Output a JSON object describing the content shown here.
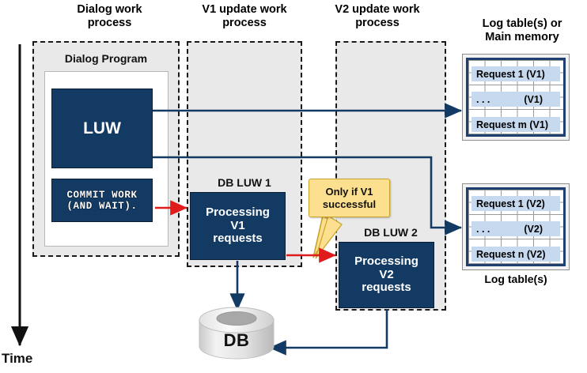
{
  "headers": [
    {
      "id": "dialog",
      "line1": "Dialog work",
      "line2": "process"
    },
    {
      "id": "v1",
      "line1": "V1 update work",
      "line2": "process"
    },
    {
      "id": "v2",
      "line1": "V2 update work",
      "line2": "process"
    },
    {
      "id": "log",
      "line1": "Log table(s) or",
      "line2": "Main memory"
    }
  ],
  "dialog": {
    "program_label": "Dialog Program",
    "luw_label": "LUW",
    "commit_line1": "COMMIT WORK",
    "commit_line2": "(AND WAIT)."
  },
  "v1": {
    "db_luw_label": "DB LUW 1",
    "box_line1": "Processing",
    "box_line2": "V1",
    "box_line3": "requests"
  },
  "v2": {
    "db_luw_label": "DB LUW 2",
    "box_line1": "Processing",
    "box_line2": "V2",
    "box_line3": "requests"
  },
  "callout": {
    "line1": "Only if V1",
    "line2": "successful"
  },
  "log_tables": [
    {
      "id": "v1-log",
      "rows": [
        {
          "left": "Request 1 (V1)",
          "right": ""
        },
        {
          "left": ". . .",
          "right": "(V1)"
        },
        {
          "left": "Request m (V1)",
          "right": ""
        }
      ]
    },
    {
      "id": "v2-log",
      "caption": "Log table(s)",
      "rows": [
        {
          "left": "Request 1 (V2)",
          "right": ""
        },
        {
          "left": ". . .",
          "right": "(V2)"
        },
        {
          "left": "Request n (V2)",
          "right": ""
        }
      ]
    }
  ],
  "database": {
    "label": "DB"
  },
  "time_axis": {
    "label": "Time"
  },
  "colors": {
    "navy": "#123a63",
    "arrow_navy": "#123a63",
    "arrow_red": "#e01b1b",
    "callout_fill": "#fcdf8f",
    "callout_stroke": "#c9a227",
    "column_fill": "#e9e9e9",
    "row_bar": "#c6d9ef"
  }
}
